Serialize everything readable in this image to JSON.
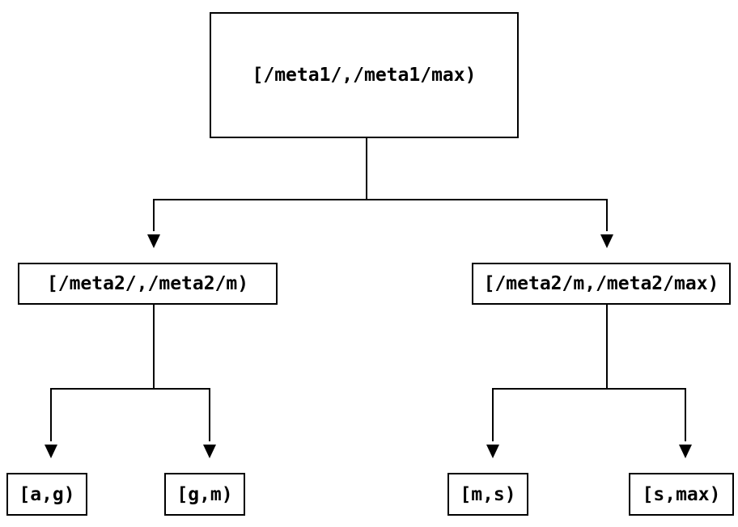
{
  "diagram": {
    "type": "tree",
    "description": "key-range partition tree",
    "colors": {
      "line": "#000000",
      "box_border": "#000000",
      "box_fill": "#ffffff",
      "text": "#000000",
      "background": "#ffffff"
    },
    "root": {
      "label": "[/meta1/,/meta1/max)",
      "children": [
        {
          "label": "[/meta2/,/meta2/m)",
          "children": [
            {
              "label": "[a,g)"
            },
            {
              "label": "[g,m)"
            }
          ]
        },
        {
          "label": "[/meta2/m,/meta2/max)",
          "children": [
            {
              "label": "[m,s)"
            },
            {
              "label": "[s,max)"
            }
          ]
        }
      ]
    }
  }
}
